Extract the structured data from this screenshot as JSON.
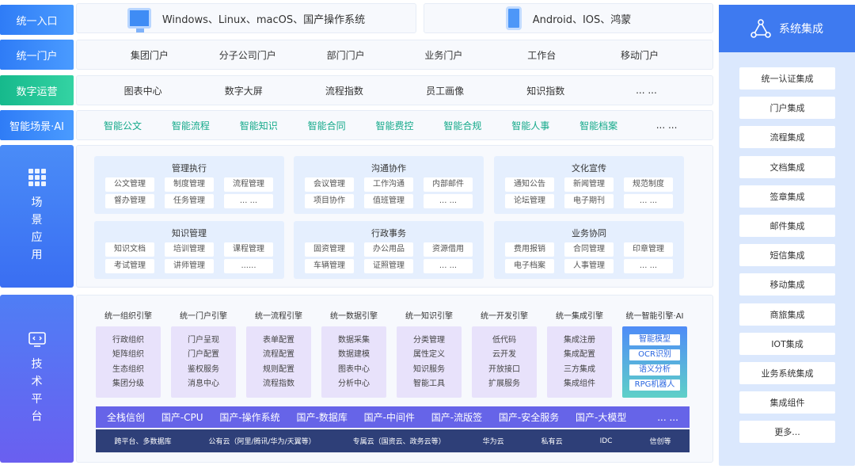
{
  "rows": {
    "entry": {
      "label": "统一入口",
      "items": [
        "Windows、Linux、macOS、国产操作系统",
        "Android、IOS、鸿蒙"
      ],
      "icons": [
        "monitor-icon",
        "phone-icon"
      ]
    },
    "portal": {
      "label": "统一门户",
      "items": [
        "集团门户",
        "分子公司门户",
        "部门门户",
        "业务门户",
        "工作台",
        "移动门户"
      ]
    },
    "ops": {
      "label": "数字运营",
      "items": [
        "图表中心",
        "数字大屏",
        "流程指数",
        "员工画像",
        "知识指数",
        "... ..."
      ]
    },
    "ai": {
      "label": "智能场景·AI",
      "items": [
        "智能公文",
        "智能流程",
        "智能知识",
        "智能合同",
        "智能费控",
        "智能合规",
        "智能人事",
        "智能档案",
        "... ..."
      ]
    }
  },
  "scene": {
    "label": "场景应用",
    "cats": [
      {
        "title": "管理执行",
        "items": [
          "公文管理",
          "制度管理",
          "流程管理",
          "督办管理",
          "任务管理",
          "... ..."
        ]
      },
      {
        "title": "沟通协作",
        "items": [
          "会议管理",
          "工作沟通",
          "内部邮件",
          "项目协作",
          "值班管理",
          "... ..."
        ]
      },
      {
        "title": "文化宣传",
        "items": [
          "通知公告",
          "新闻管理",
          "规范制度",
          "论坛管理",
          "电子期刊",
          "... ..."
        ]
      },
      {
        "title": "知识管理",
        "items": [
          "知识文档",
          "培训管理",
          "课程管理",
          "考试管理",
          "讲师管理",
          "......"
        ]
      },
      {
        "title": "行政事务",
        "items": [
          "固资管理",
          "办公用品",
          "资源借用",
          "车辆管理",
          "证照管理",
          "... ..."
        ]
      },
      {
        "title": "业务协同",
        "items": [
          "费用报销",
          "合同管理",
          "印章管理",
          "电子档案",
          "人事管理",
          "... ..."
        ]
      }
    ]
  },
  "tech": {
    "label": "技术平台",
    "engines": [
      {
        "title": "统一组织引擎",
        "items": [
          "行政组织",
          "矩阵组织",
          "生态组织",
          "集团分级"
        ]
      },
      {
        "title": "统一门户引擎",
        "items": [
          "门户呈现",
          "门户配置",
          "鉴权服务",
          "消息中心"
        ]
      },
      {
        "title": "统一流程引擎",
        "items": [
          "表单配置",
          "流程配置",
          "规则配置",
          "流程指数"
        ]
      },
      {
        "title": "统一数据引擎",
        "items": [
          "数据采集",
          "数据建模",
          "图表中心",
          "分析中心"
        ]
      },
      {
        "title": "统一知识引擎",
        "items": [
          "分类管理",
          "属性定义",
          "知识服务",
          "智能工具"
        ]
      },
      {
        "title": "统一开发引擎",
        "items": [
          "低代码",
          "云开发",
          "开放接口",
          "扩展服务"
        ]
      },
      {
        "title": "统一集成引擎",
        "items": [
          "集成注册",
          "集成配置",
          "三方集成",
          "集成组件"
        ]
      },
      {
        "title": "统一智能引擎·AI",
        "items": [
          "智能模型",
          "OCR识别",
          "语义分析",
          "RPG机器人"
        ]
      }
    ],
    "xinchuang": [
      "全栈信创",
      "国产-CPU",
      "国产-操作系统",
      "国产-数据库",
      "国产-中间件",
      "国产-流版签",
      "国产-安全服务",
      "国产-大模型",
      "... ..."
    ],
    "clouds": [
      "跨平台、多数据库",
      "公有云（阿里/腾讯/华为/天翼等）",
      "专属云（国资云、政务云等）",
      "华为云",
      "私有云",
      "IDC",
      "信创等"
    ]
  },
  "side": {
    "title": "系统集成",
    "icon": "network-triangle-icon",
    "items": [
      "统一认证集成",
      "门户集成",
      "流程集成",
      "文档集成",
      "签章集成",
      "邮件集成",
      "短信集成",
      "移动集成",
      "商旅集成",
      "IOT集成",
      "业务系统集成",
      "集成组件",
      "更多..."
    ]
  },
  "colors": {
    "blue": "#3e7af0",
    "green": "#16b98c",
    "purple": "#6664e8",
    "navy": "#2e3f78"
  }
}
